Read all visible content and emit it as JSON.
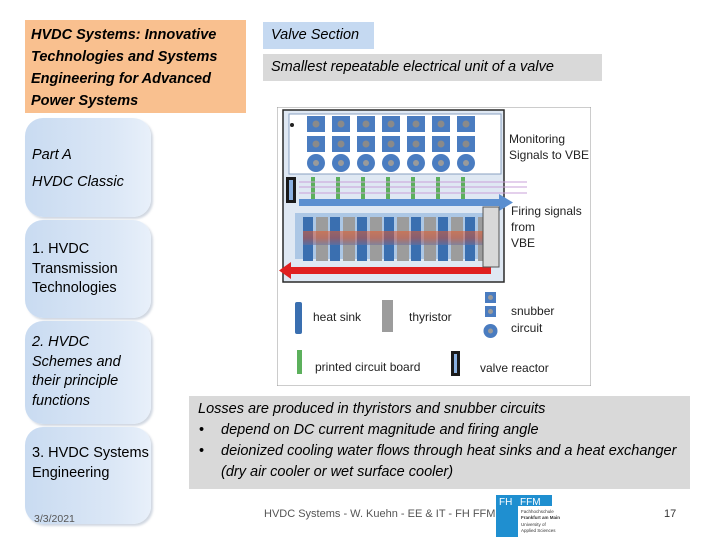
{
  "header": {
    "title": "HVDC Systems: Innovative Technologies and Systems Engineering for Advanced Power Systems"
  },
  "nav": {
    "part_a": "Part A",
    "part_a_sub": "HVDC Classic",
    "item1": "1. HVDC Transmission Technologies",
    "item2": "2. HVDC Schemes and their principle functions",
    "item3": "3. HVDC Systems Engineering"
  },
  "section": {
    "title": "Valve Section",
    "subtitle": "Smallest repeatable electrical unit of a valve"
  },
  "figure": {
    "label_monitoring_1": "Monitoring",
    "label_monitoring_2": "Signals to VBE",
    "label_firing_1": "Firing signals",
    "label_firing_2": "from",
    "label_firing_3": "VBE",
    "legend_heat_sink": "heat sink",
    "legend_thyristor": "thyristor",
    "legend_snubber_1": "snubber",
    "legend_snubber_2": "circuit",
    "legend_pcb": "printed circuit board",
    "legend_reactor": "valve reactor"
  },
  "losses": {
    "intro": "Losses are produced in thyristors and snubber circuits",
    "bullets": [
      "depend on DC current magnitude and firing angle",
      "deionized cooling water flows through heat sinks and a heat exchanger (dry air cooler or wet surface cooler)"
    ]
  },
  "footer": {
    "date": "3/3/2021",
    "text": "HVDC Systems - W. Kuehn - EE & IT - FH FFM",
    "page": "17",
    "logo_fh": "FH",
    "logo_ffm": "FFM",
    "logo_line1": "Fachhochschule",
    "logo_line2": "Frankfurt am Main",
    "logo_line3": "University of",
    "logo_line4": "Applied Sciences"
  },
  "colors": {
    "title_bg": "#f9c08f",
    "section_title_bg": "#c5d9f1",
    "grey_box": "#d9d9d9",
    "nav_bg": "#c9dbf1",
    "firing_arrow": "#e02020",
    "monitor_arrow": "#5b8fd0"
  }
}
